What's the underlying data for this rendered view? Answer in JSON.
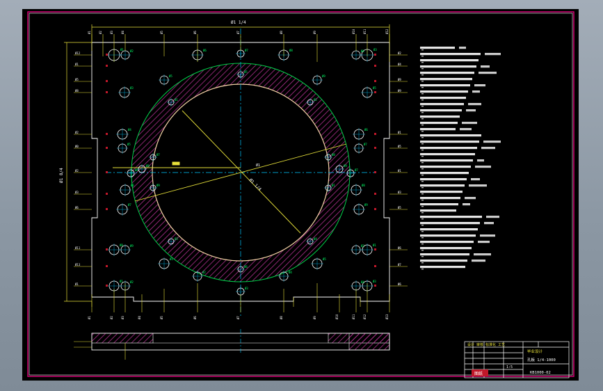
{
  "colors": {
    "background": "#000000",
    "border": "#e0007a",
    "outline": "#ffffff",
    "dimension": "#e8e23a",
    "center_line": "#00c8ff",
    "plate_ring": "#00d24a",
    "hatch": "#b0308f",
    "hole_labels": "#00ff66",
    "desktop": "#8f9ba7"
  },
  "dimensions": {
    "overall_width": "Ø1 1/4",
    "overall_height": "Ø1 8/4",
    "diameter_label": "Ø1 1/4",
    "left_ticks": [
      "Ø12",
      "Ø1",
      "Ø5",
      "Ø8",
      "Ø2",
      "Ø0",
      "Ø2",
      "Ø3",
      "Ø6",
      "Ø11",
      "Ø13",
      "Ø1"
    ],
    "right_ticks": [
      "Ø2",
      "Ø4",
      "Ø9",
      "Ø9",
      "Ø1",
      "Ø5",
      "Ø1",
      "Ø3",
      "Ø5",
      "Ø6",
      "Ø7",
      "Ø6"
    ]
  },
  "notes_lines": 36,
  "title_block": {
    "header": "设计 审核 标准化 工艺",
    "project": "毕业设计",
    "part_name": "孔板 1/4-1000",
    "drawing_no": "KB1000-02",
    "scale": "1:5",
    "stamp": "图纸"
  },
  "icons": {
    "hole": "circle-hole-icon",
    "center_mark": "crosshair-icon"
  }
}
